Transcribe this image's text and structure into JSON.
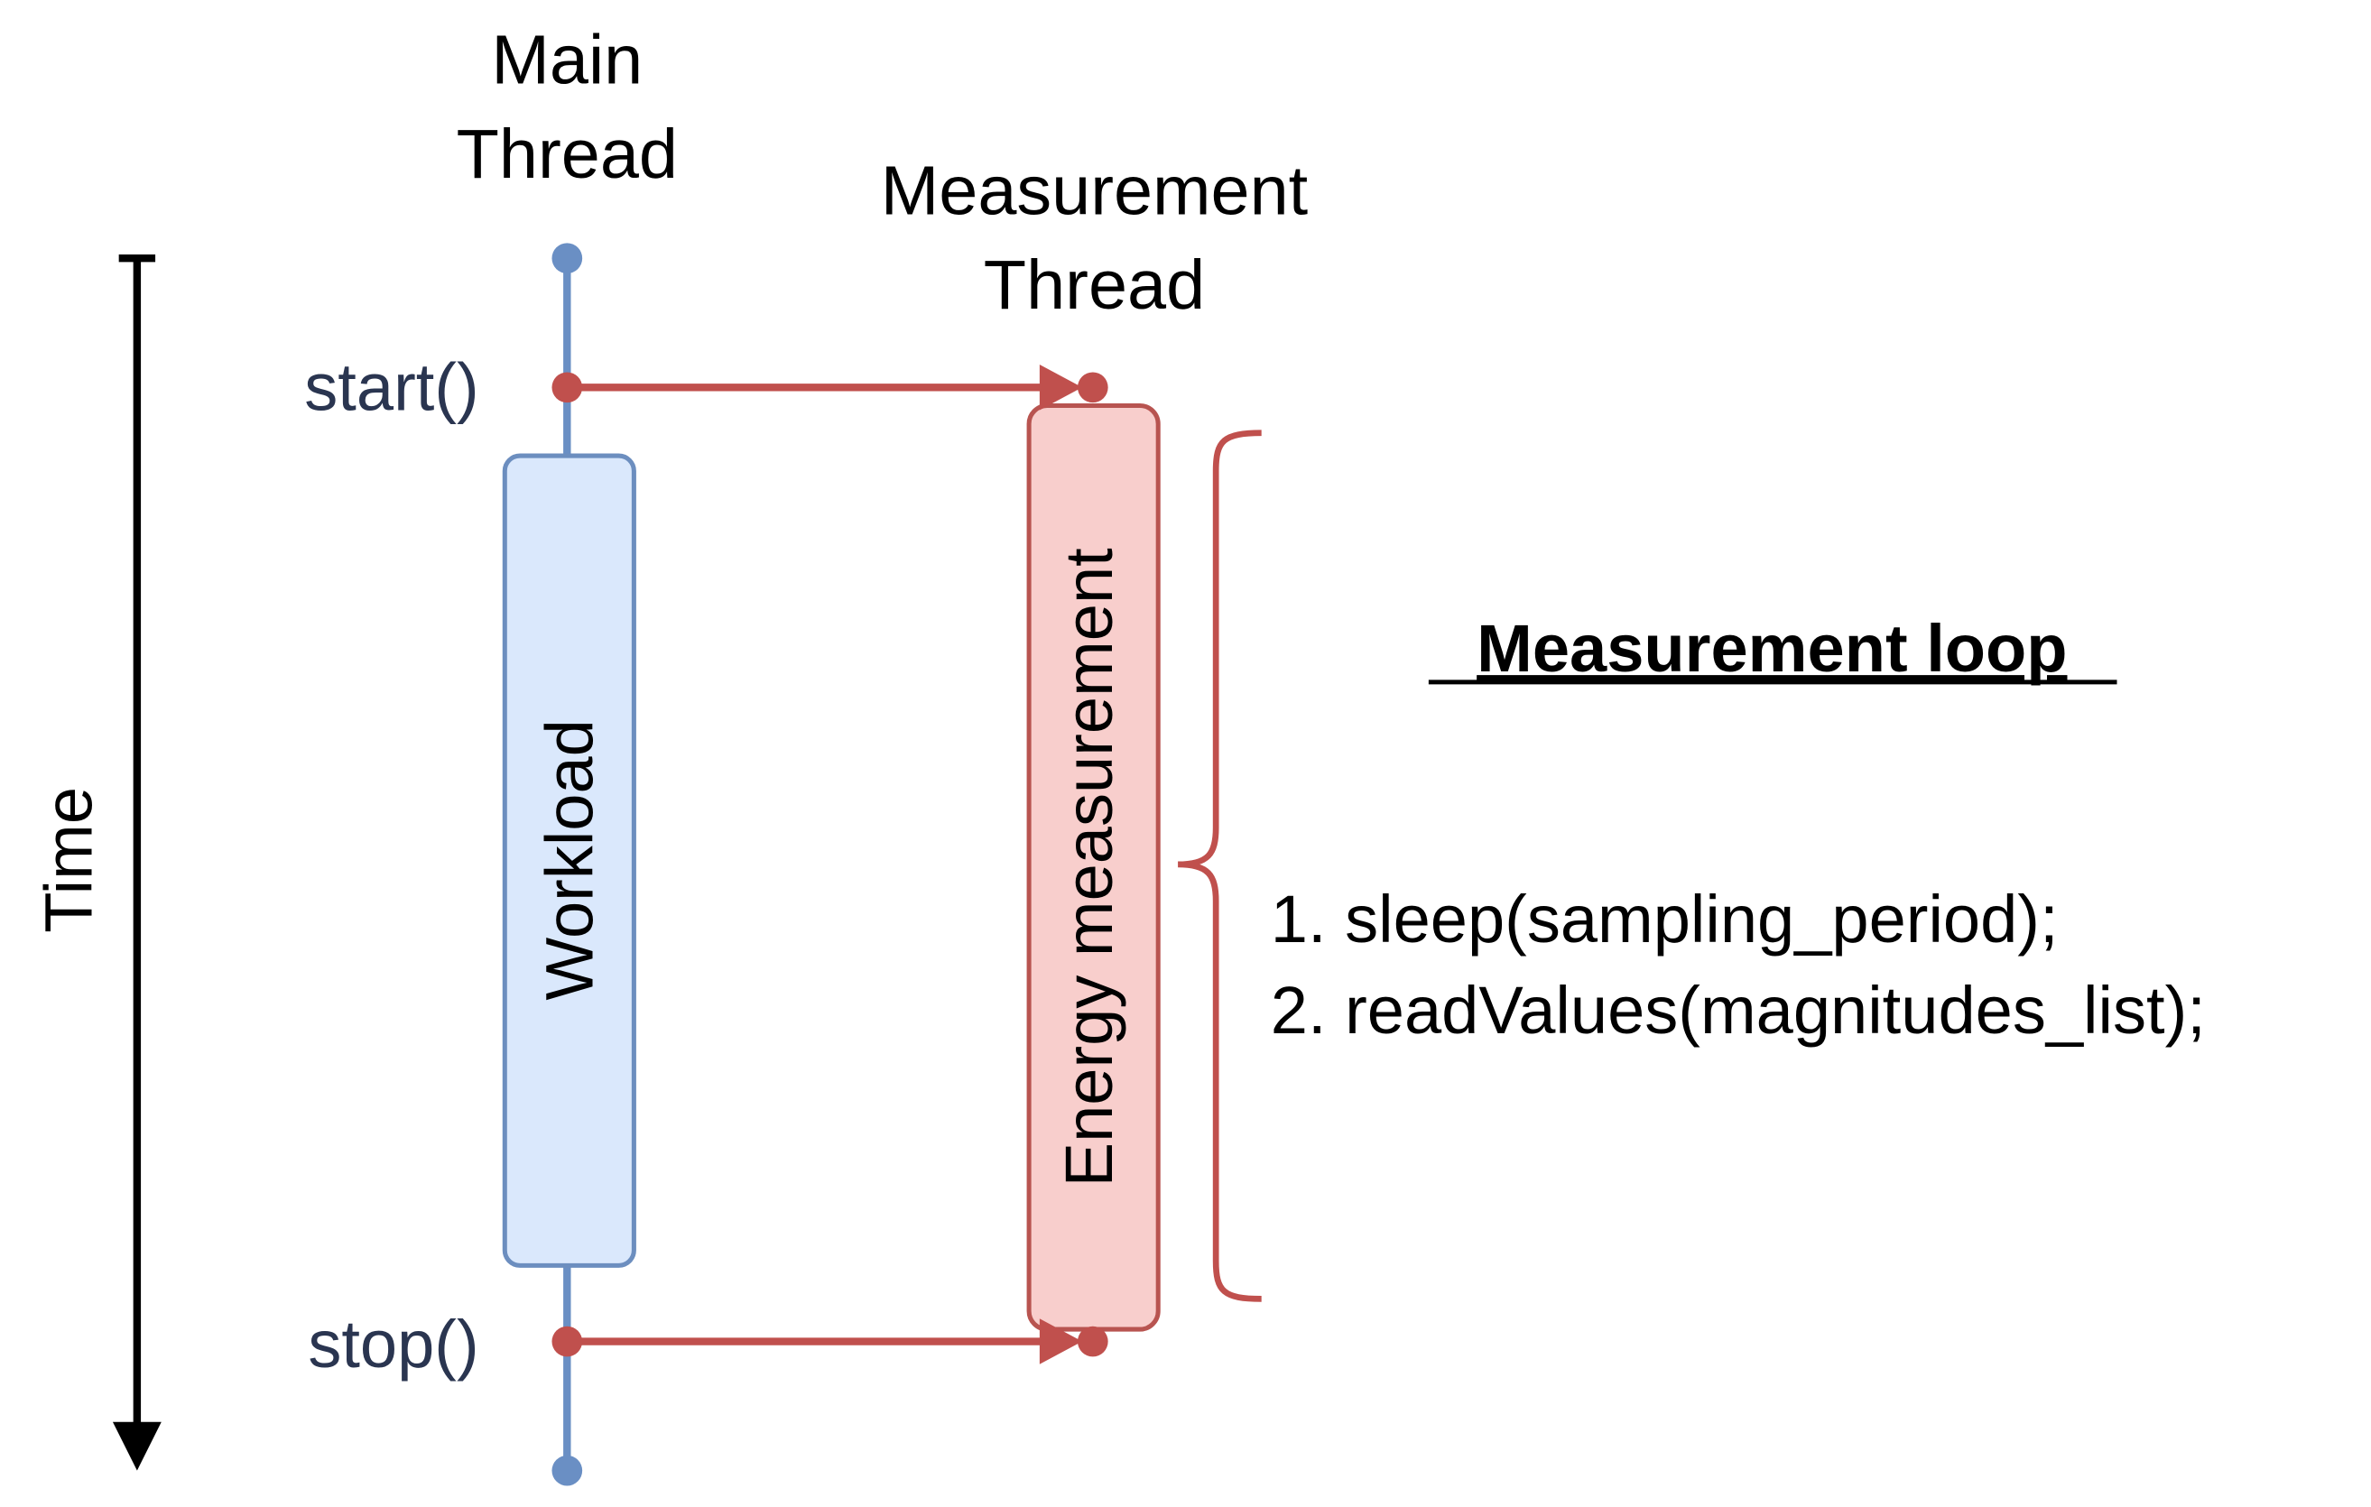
{
  "main_thread": {
    "title_line1": "Main",
    "title_line2": "Thread"
  },
  "measurement_thread": {
    "title_line1": "Measurement",
    "title_line2": "Thread"
  },
  "time_axis": {
    "label": "Time"
  },
  "events": {
    "start_label": "start()",
    "stop_label": "stop()"
  },
  "blocks": {
    "workload_label": "Workload",
    "energy_label": "Energy measurement"
  },
  "loop": {
    "title": "Measurement loop",
    "steps": [
      "1. sleep(sampling_period);",
      "2. readValues(magnitudes_list);"
    ]
  },
  "colors": {
    "main_line": "#6a8fc4",
    "event_red": "#c0504d",
    "workload_fill": "#dae8fc",
    "workload_stroke": "#6c8ebf",
    "energy_fill": "#f8cecc",
    "energy_stroke": "#b85450",
    "label_dark": "#2a3550",
    "text": "#000000"
  }
}
